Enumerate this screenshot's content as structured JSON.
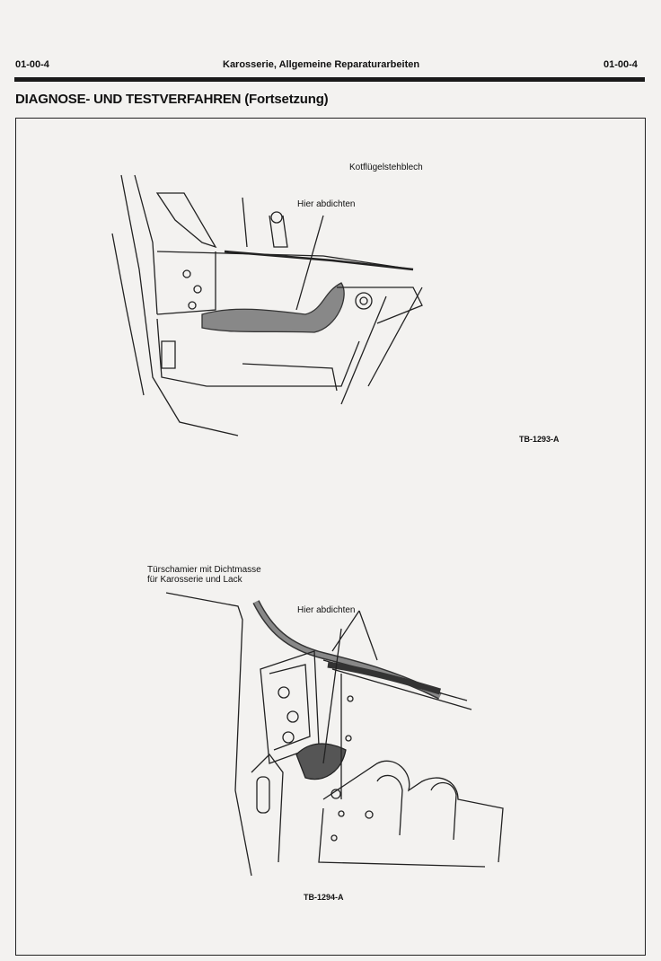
{
  "header": {
    "page_left": "01-00-4",
    "section": "Karosserie, Allgemeine Reparaturarbeiten",
    "page_right": "01-00-4"
  },
  "title": "DIAGNOSE- UND TESTVERFAHREN (Fortsetzung)",
  "figure1": {
    "label_top": "Kotflügelstehblech",
    "label_seal": "Hier abdichten",
    "ref": "TB-1293-A"
  },
  "figure2": {
    "label_hinge_line1": "Türschamier mit Dichtmasse",
    "label_hinge_line2": "für Karosserie und Lack",
    "label_seal": "Hier abdichten",
    "ref": "TB-1294-A"
  }
}
